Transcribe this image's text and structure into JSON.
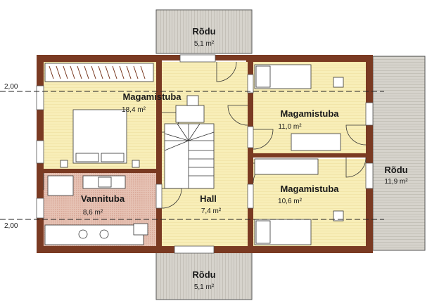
{
  "rooms": {
    "balcony_top": {
      "name": "Rõdu",
      "area": "5,1 m²"
    },
    "bedroom_large": {
      "name": "Magamistuba",
      "area": "18,4 m²"
    },
    "bedroom_ne": {
      "name": "Magamistuba",
      "area": "11,0 m²"
    },
    "balcony_right": {
      "name": "Rõdu",
      "area": "11,9 m²"
    },
    "bathroom": {
      "name": "Vannituba",
      "area": "8,6 m²"
    },
    "hall": {
      "name": "Hall",
      "area": "7,4 m²"
    },
    "bedroom_se": {
      "name": "Magamistuba",
      "area": "10,6 m²"
    },
    "balcony_bottom": {
      "name": "Rõdu",
      "area": "5,1 m²"
    }
  },
  "levels": {
    "upper": "2,00",
    "lower": "2,00"
  },
  "colors": {
    "wall": "#7a3a22",
    "floor_wood": "#f8eeb8",
    "balcony": "#d6d3cc",
    "bathroom_tile": "#e6c2b4",
    "furniture": "#ffffff"
  }
}
